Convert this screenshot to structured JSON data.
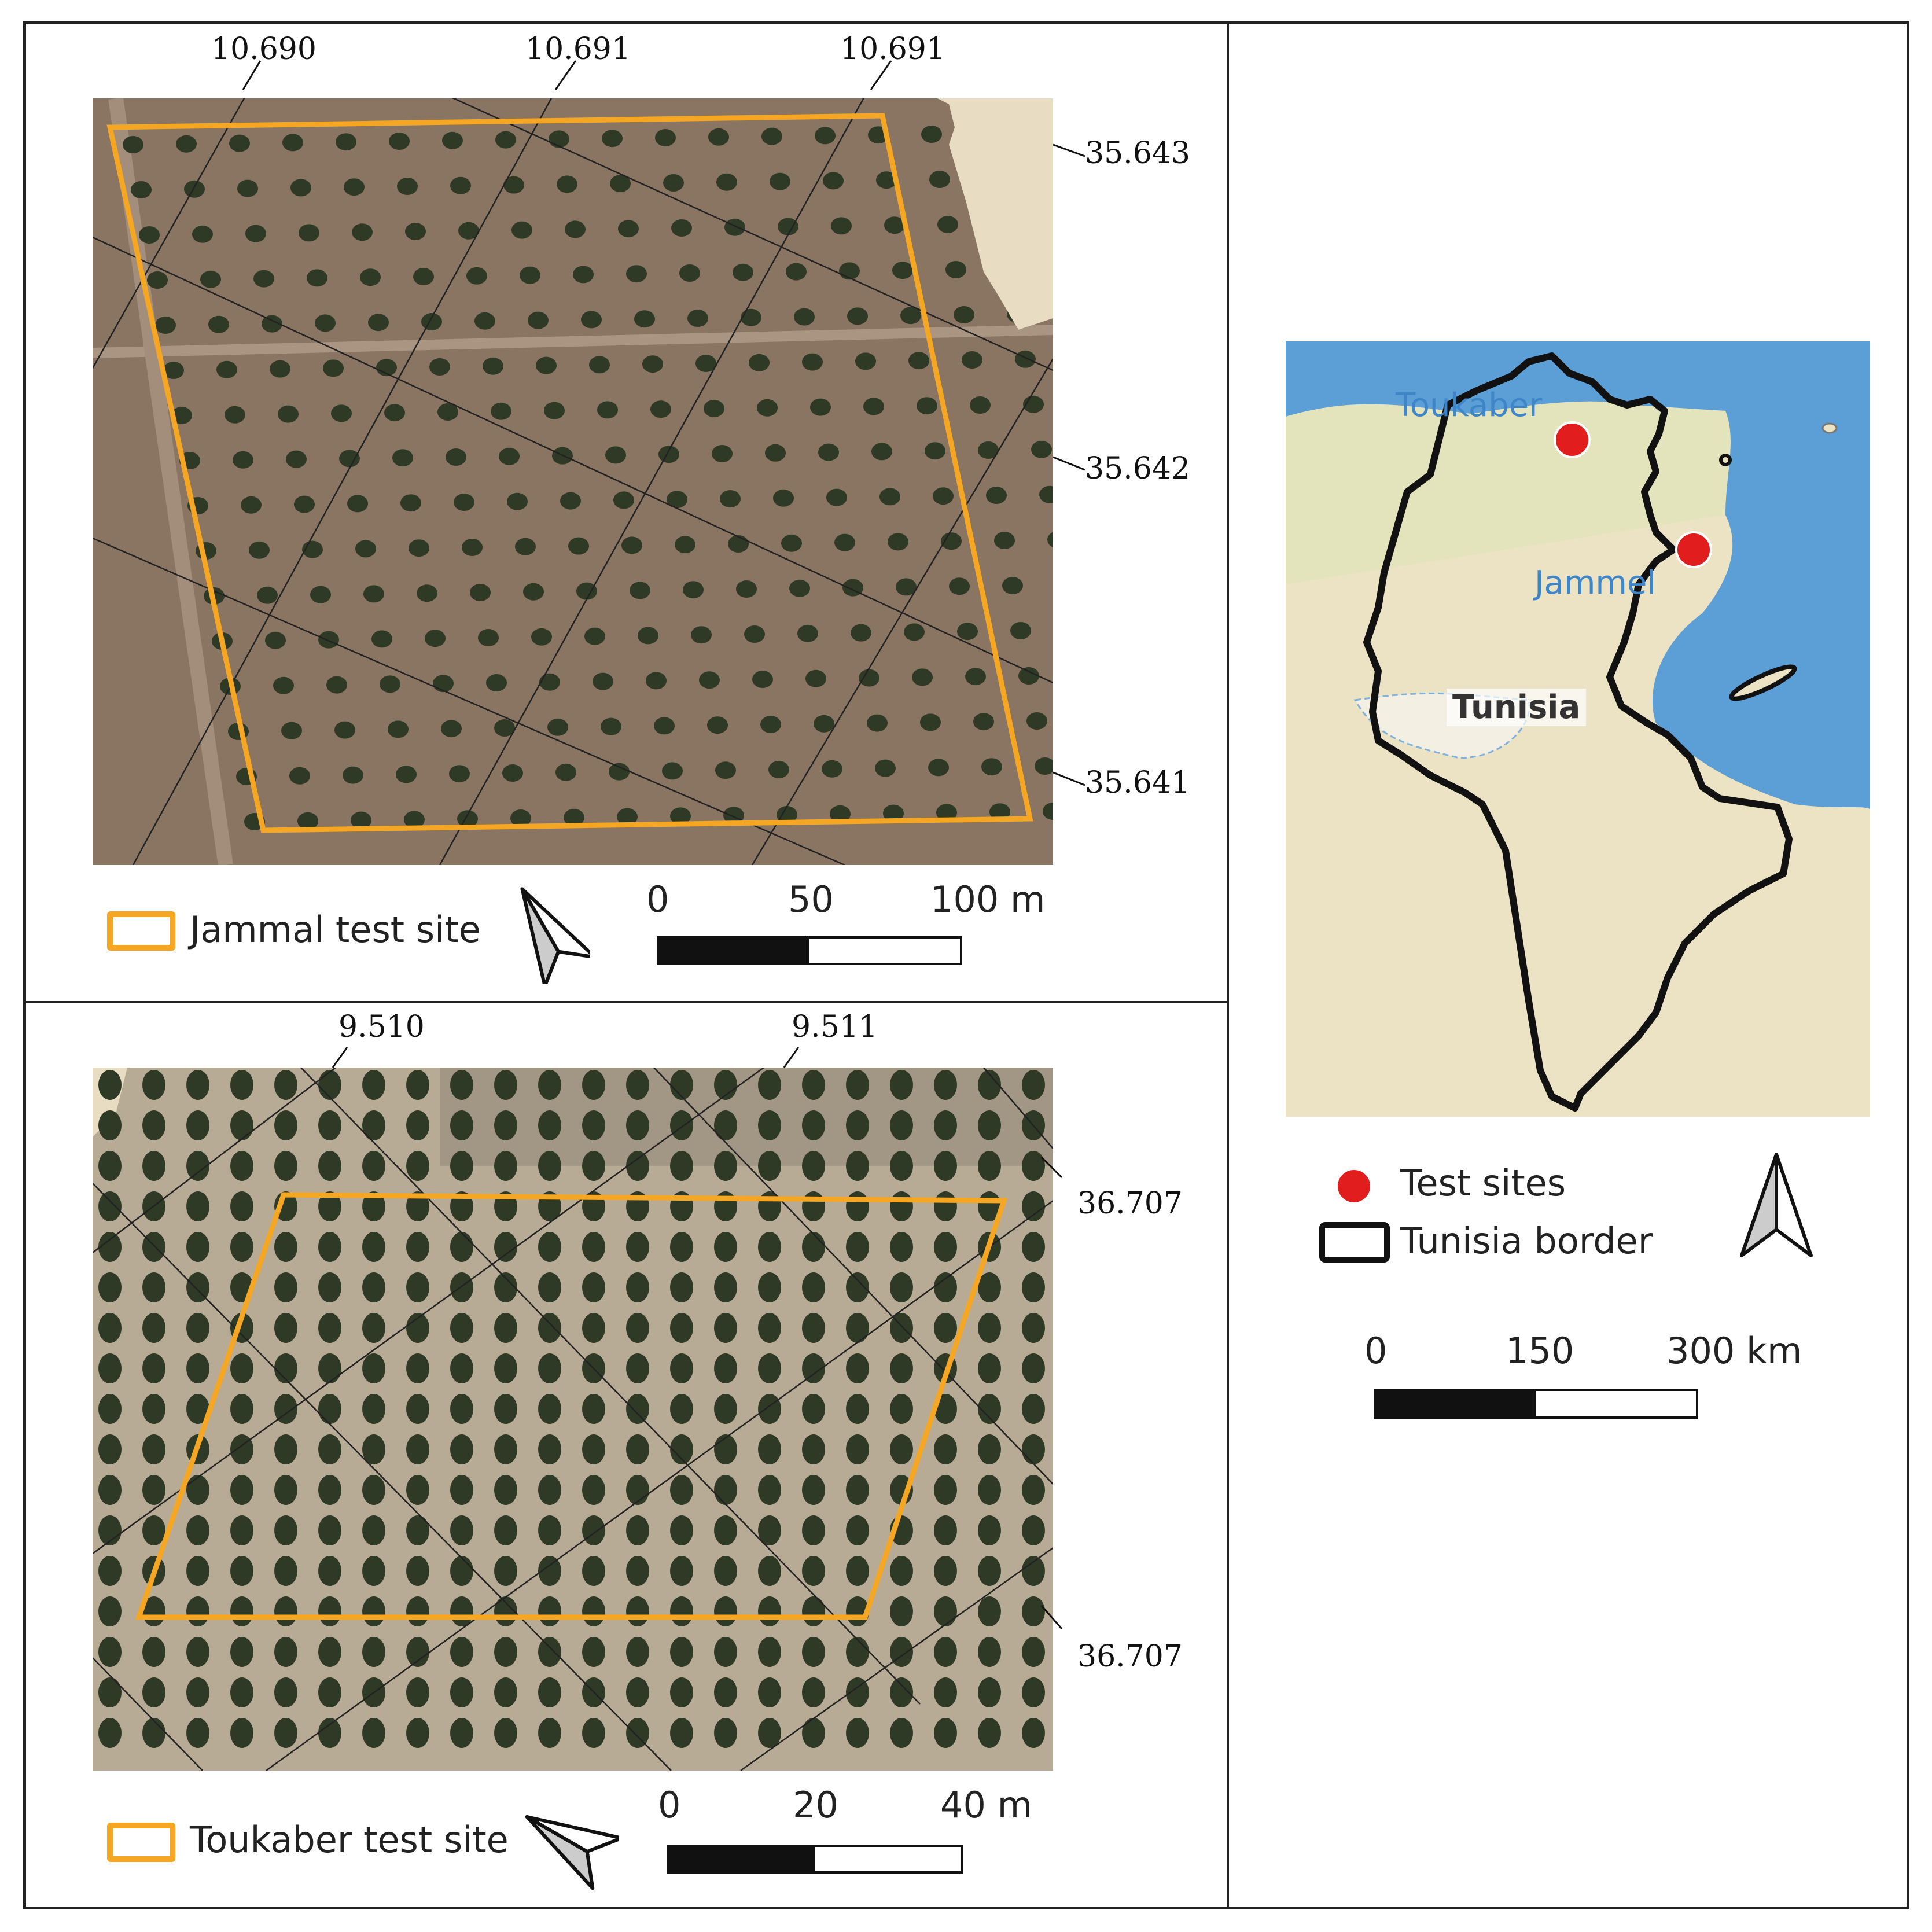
{
  "colors": {
    "site_outline": "#f5a623",
    "orchard_ground_jammal": "#8a7563",
    "orchard_ground_toukaber": "#b8ab96",
    "tree": "#2f3a26",
    "sea": "#5b9fd6",
    "land": "#ece3c4",
    "site_dot": "#e11d1d",
    "border": "#111111"
  },
  "jammal_panel": {
    "top_coords": [
      "10.690",
      "10.691",
      "10.691"
    ],
    "right_coords": [
      "35.643",
      "35.642",
      "35.641"
    ],
    "legend_label": "Jammal test site",
    "scale_labels": [
      "0",
      "50",
      "100 m"
    ],
    "north_arrow_icon": "north-arrow-icon"
  },
  "toukaber_panel": {
    "top_coords": [
      "9.510",
      "9.511"
    ],
    "right_coords": [
      "36.707",
      "36.707"
    ],
    "legend_label": "Toukaber test site",
    "scale_labels": [
      "0",
      "20",
      "40 m"
    ],
    "north_arrow_icon": "north-arrow-icon"
  },
  "tunisia_panel": {
    "country_label": "Tunisia",
    "site_labels": [
      "Toukaber",
      "Jammel"
    ],
    "legend": {
      "test_sites": "Test sites",
      "border": "Tunisia border"
    },
    "scale_labels": [
      "0",
      "150",
      "300 km"
    ],
    "north_arrow_icon": "north-arrow-icon"
  }
}
